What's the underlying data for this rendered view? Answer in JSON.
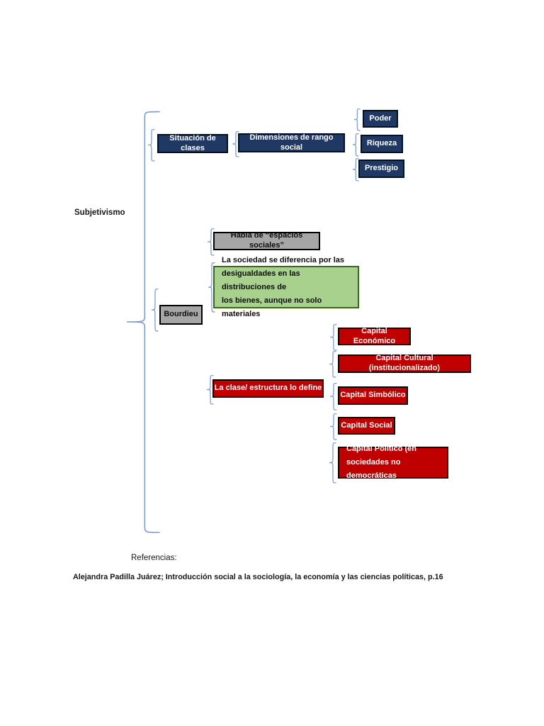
{
  "page": {
    "subjetivismo_label": "Subjetivismo",
    "referencias_label": "Referencias:",
    "citation": "Alejandra Padilla Juárez; Introducción social a la sociología, la economía y las ciencias políticas, p.16"
  },
  "colors": {
    "navy_box": "#1F3864",
    "red_box": "#C00000",
    "gray_box": "#A6A6A6",
    "green_box_fill": "#A9D18E",
    "green_box_border": "#3e661f",
    "box_border": "#000000",
    "brace_blue": "#7E9CD0",
    "light_text": "#ffffff",
    "dark_text": "#0d0d0d",
    "page_background": "#ffffff"
  },
  "diagram": {
    "nodes": [
      {
        "id": "situacion_de_clases",
        "label": "Situación de clases",
        "style": "navy"
      },
      {
        "id": "dimensiones_rango_social",
        "label": "Dimensiones de rango social",
        "style": "navy"
      },
      {
        "id": "poder",
        "label": "Poder",
        "style": "navy"
      },
      {
        "id": "riqueza",
        "label": "Riqueza",
        "style": "navy"
      },
      {
        "id": "prestigio",
        "label": "Prestigio",
        "style": "navy"
      },
      {
        "id": "habla_espacios_sociales",
        "label": "Habla de “espacios sociales”",
        "style": "gray"
      },
      {
        "id": "sociedad_diferencia",
        "label": "La sociedad se diferencia por las\ndesigualdades en las distribuciones de\nlos bienes, aunque no solo materiales",
        "style": "green",
        "align": "left"
      },
      {
        "id": "bourdieu",
        "label": "Bourdieu",
        "style": "gray"
      },
      {
        "id": "capital_economico",
        "label": "Capital Económico",
        "style": "red"
      },
      {
        "id": "capital_cultural",
        "label": "Capital Cultural (institucionalizado)",
        "style": "red"
      },
      {
        "id": "la_clase_estructura",
        "label": "La clase/ estructura lo define",
        "style": "red"
      },
      {
        "id": "capital_simbolico",
        "label": "Capital Simbólico",
        "style": "red"
      },
      {
        "id": "capital_social",
        "label": "Capital Social",
        "style": "red"
      },
      {
        "id": "capital_politico",
        "label": "Capital Político (en\nsociedades no democráticas",
        "style": "red",
        "align": "left"
      }
    ]
  }
}
